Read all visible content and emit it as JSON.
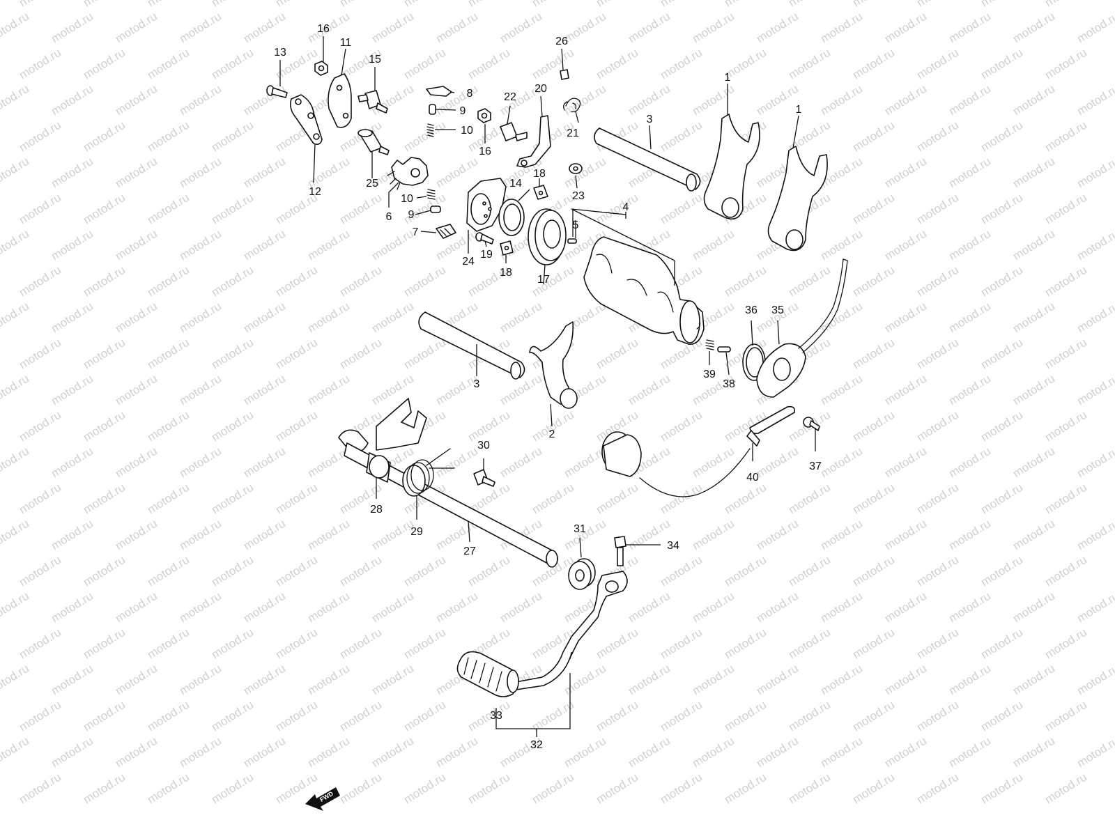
{
  "watermark": "motod.ru",
  "fwd_label": "FWD",
  "callouts": {
    "p1a": "1",
    "p1b": "1",
    "p2": "2",
    "p3a": "3",
    "p3b": "3",
    "p4": "4",
    "p5": "5",
    "p6": "6",
    "p7": "7",
    "p8": "8",
    "p9a": "9",
    "p9b": "9",
    "p10a": "10",
    "p10b": "10",
    "p11": "11",
    "p12": "12",
    "p13": "13",
    "p14": "14",
    "p15": "15",
    "p16a": "16",
    "p16b": "16",
    "p17": "17",
    "p18a": "18",
    "p18b": "18",
    "p19": "19",
    "p20": "20",
    "p21": "21",
    "p22": "22",
    "p23": "23",
    "p24": "24",
    "p25": "25",
    "p26": "26",
    "p27": "27",
    "p28": "28",
    "p29": "29",
    "p30": "30",
    "p31": "31",
    "p32": "32",
    "p33": "33",
    "p34": "34",
    "p35": "35",
    "p36": "36",
    "p37": "37",
    "p38": "38",
    "p39": "39",
    "p40": "40"
  }
}
